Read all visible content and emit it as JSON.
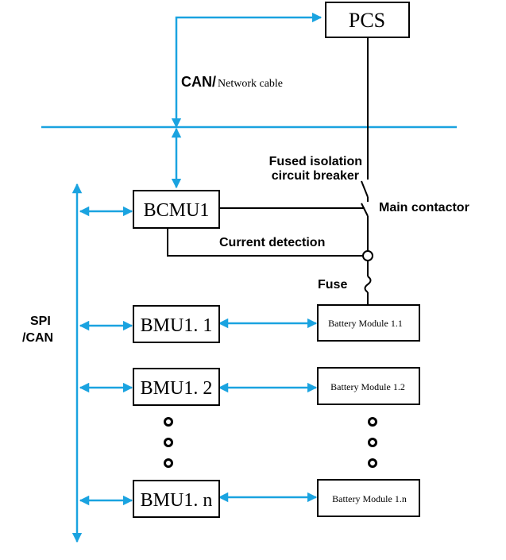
{
  "colors": {
    "link": "#1aa3e0",
    "line": "#000000"
  },
  "nodes": {
    "pcs": "PCS",
    "bcmu": "BCMU1",
    "bmu_1": "BMU1. 1",
    "bmu_2": "BMU1. 2",
    "bmu_n": "BMU1. n",
    "module_1": "Battery Module 1.1",
    "module_2": "Battery Module 1.2",
    "module_n": "Battery Module 1.n"
  },
  "labels": {
    "can_prefix": "CAN/",
    "can_suffix": "Network cable",
    "breaker_line1": "Fused isolation",
    "breaker_line2": "circuit breaker",
    "main_contactor": "Main contactor",
    "current_detection": "Current detection",
    "fuse": "Fuse",
    "spi": "SPI",
    "can": "/CAN"
  }
}
